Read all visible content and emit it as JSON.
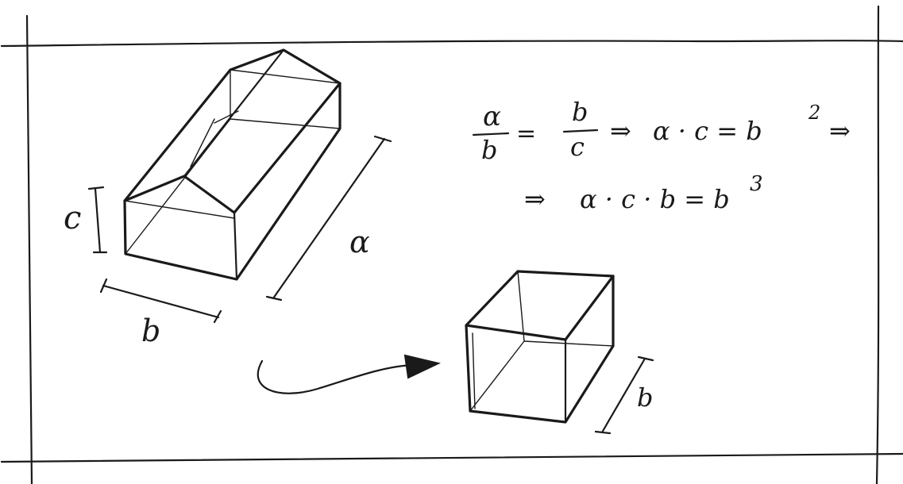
{
  "labels": {
    "dim_c": "c",
    "dim_b": "b",
    "dim_a": "α",
    "cube_b": "b"
  },
  "equation": {
    "frac1_num": "α",
    "frac1_den": "b",
    "eq_sign1": "=",
    "frac2_num": "b",
    "frac2_den": "c",
    "arrow1": "⇒",
    "prod1": "α · c = b",
    "exp1": "2",
    "arrow2": "⇒",
    "line2_arrow": "⇒",
    "line2_expr": "α · c · b = b",
    "exp2": "3"
  }
}
